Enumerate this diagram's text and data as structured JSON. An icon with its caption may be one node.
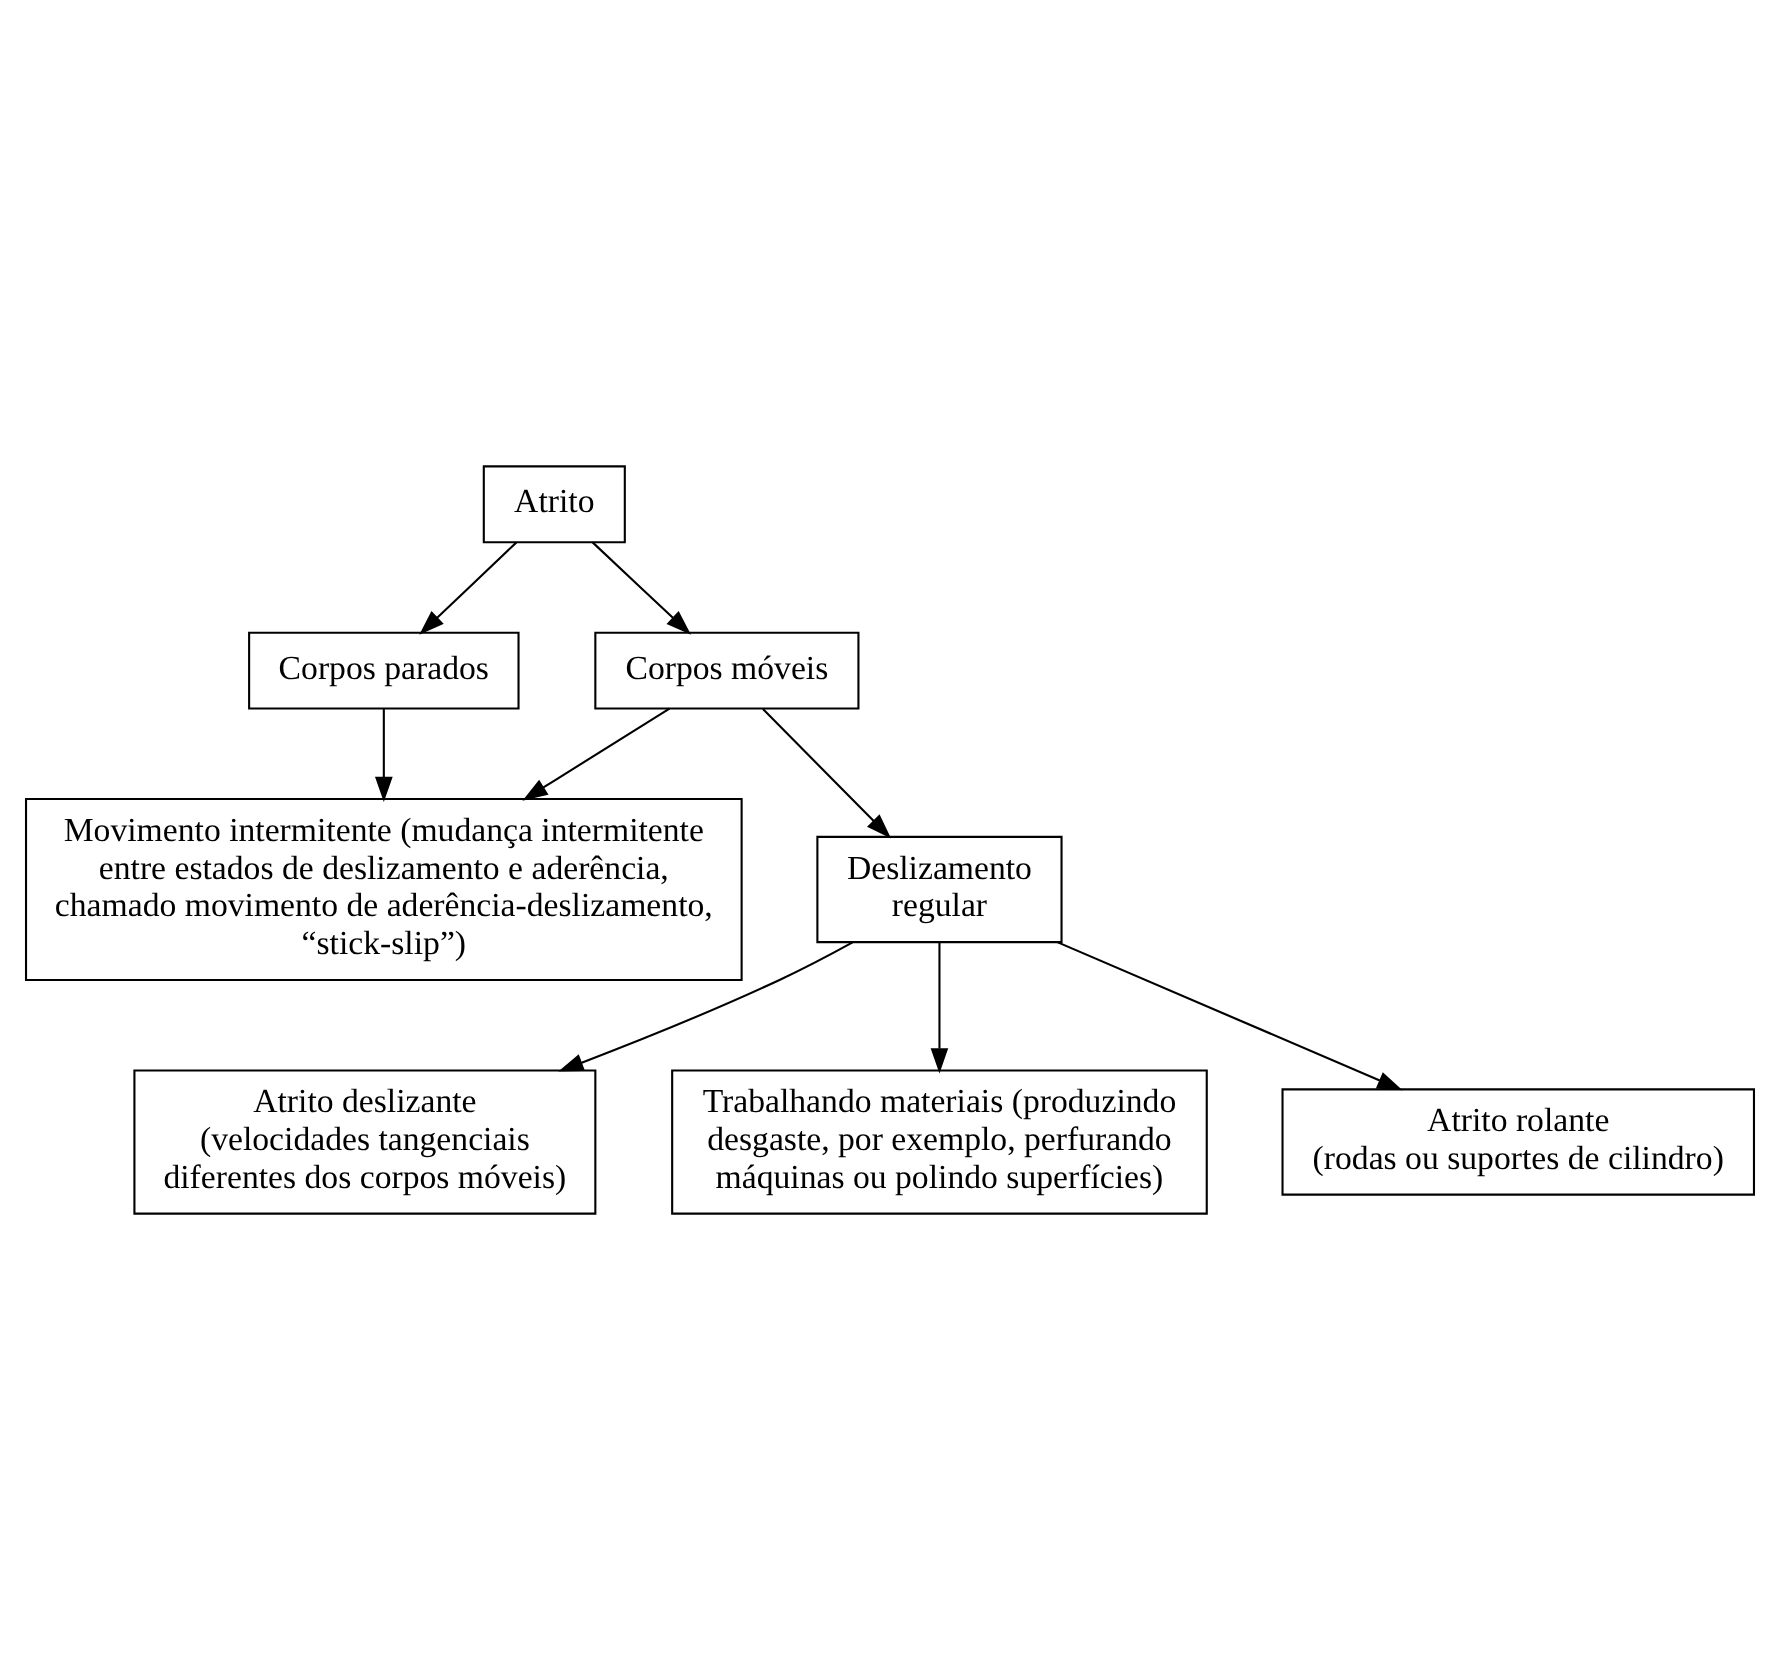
{
  "diagram": {
    "nodes": [
      {
        "text": [
          "Atrito"
        ]
      },
      {
        "text": [
          "Corpos móveis"
        ]
      },
      {
        "text": [
          "Corpos parados"
        ]
      },
      {
        "text": [
          "Movimento intermitente (mudança intermitente entre estados de deslizamento e aderência, chamado movimento de aderência-deslizamento, “stick-slip”)"
        ]
      },
      {
        "text": [
          "Deslizamento regular"
        ]
      },
      {
        "text": [
          "Atrito deslizante",
          "(velocidades tangenciais diferentes dos corpos móveis)"
        ]
      },
      {
        "text": [
          "Trabalhando materiais (produzindo desgaste, por exemplo, perfurando máquinas ou polindo superfícies)"
        ]
      },
      {
        "text": [
          "Atrito rolante",
          "(rodas ou suportes de cilindro)"
        ]
      }
    ],
    "edges": [
      {
        "from": 0,
        "to": 1,
        "arrow": "to"
      },
      {
        "from": 0,
        "to": 2,
        "arrow": "to"
      },
      {
        "from": 1,
        "to": 3,
        "arrow": "to"
      },
      {
        "from": 2,
        "to": 3,
        "arrow": "to"
      },
      {
        "from": 1,
        "to": 4,
        "arrow": "to"
      },
      {
        "from": 4,
        "to": 5,
        "arrow": "to"
      },
      {
        "from": 4,
        "to": 6,
        "arrow": "to"
      },
      {
        "from": 4,
        "to": 7,
        "arrow": "to"
      }
    ]
  }
}
